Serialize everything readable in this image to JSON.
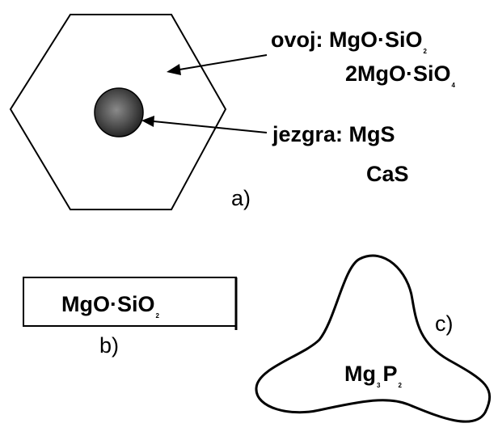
{
  "panel_a": {
    "shell_label": "ovoj: MgO·SiO",
    "shell_label_sub": "2",
    "shell_label2": "2MgO·SiO",
    "shell_label2_sub": "4",
    "core_label": "jezgra: MgS",
    "core_label2": "CaS",
    "caption": "a)"
  },
  "panel_b": {
    "inclusion_label": "MgO·SiO",
    "inclusion_label_sub": "2",
    "caption": "b)"
  },
  "panel_c": {
    "inclusion_label_1": "Mg",
    "inclusion_label_sub_1": "3",
    "inclusion_label_2": "P",
    "inclusion_label_sub_2": "2",
    "caption": "c)"
  },
  "colors": {
    "stroke": "#000000",
    "core_fill": "#555555",
    "background": "#ffffff"
  }
}
